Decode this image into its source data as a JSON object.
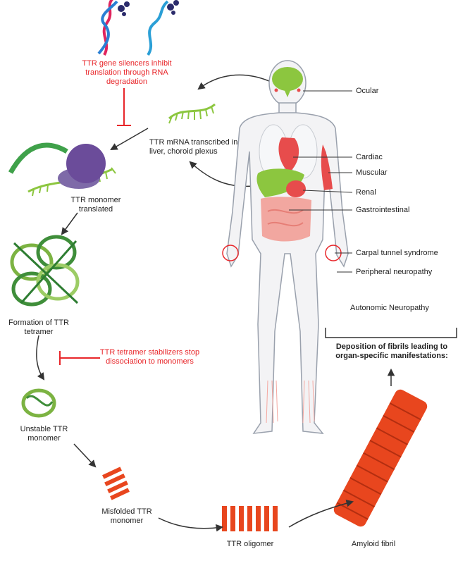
{
  "therapies": {
    "silencer_text": "TTR gene silencers inhibit translation through RNA degradation",
    "stabilizer_text": "TTR tetramer stabilizers stop dissociation to monomers"
  },
  "pathway": {
    "mrna": "TTR mRNA transcribed in liver, choroid plexus",
    "monomer_translated": "TTR monomer translated",
    "tetramer": "Formation of TTR tetramer",
    "unstable": "Unstable TTR monomer",
    "misfolded": "Misfolded TTR monomer",
    "oligomer": "TTR oligomer",
    "fibril": "Amyloid fibril"
  },
  "manifestations": {
    "ocular": "Ocular",
    "cardiac": "Cardiac",
    "muscular": "Muscular",
    "renal": "Renal",
    "gastrointestinal": "Gastrointestinal",
    "carpal": "Carpal tunnel syndrome",
    "peripheral": "Peripheral neuropathy",
    "autonomic": "Autonomic Neuropathy",
    "deposition": "Deposition of fibrils leading to organ-specific manifestations:"
  },
  "colors": {
    "therapy_red": "#e8262a",
    "organ_red": "#e74c4c",
    "organ_green": "#8cc63f",
    "protein_green": "#7cb342",
    "ribosome_purple": "#6b4c9a"
  }
}
